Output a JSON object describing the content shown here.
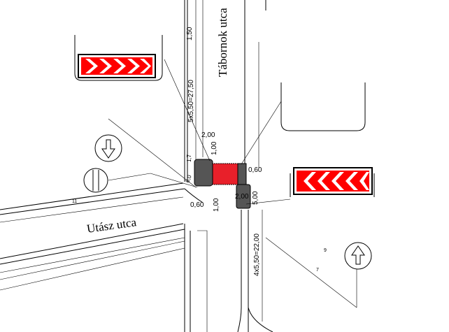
{
  "streets": {
    "main": "Tábornok utca",
    "side": "Utász utca"
  },
  "dimensions": {
    "left_spacing": "5x5,50=27,50",
    "right_spacing": "4x5,50=22,00",
    "top_small": "1,50",
    "island_top_width": "2,00",
    "island_top_length": "1,00",
    "island_left_offset": "0,60",
    "island_right_offset": "0,60",
    "crossing_length": "1,00",
    "island_bottom_width": "2,00",
    "island_bottom_length": "5,00",
    "corner_radius": "6,0",
    "small_left": "1,7"
  },
  "numbers": {
    "n11": "11",
    "n9": "9",
    "n7": "7"
  },
  "colors": {
    "chevron": "#ff0000",
    "crossing": "#e8202a",
    "island": "#555555"
  }
}
